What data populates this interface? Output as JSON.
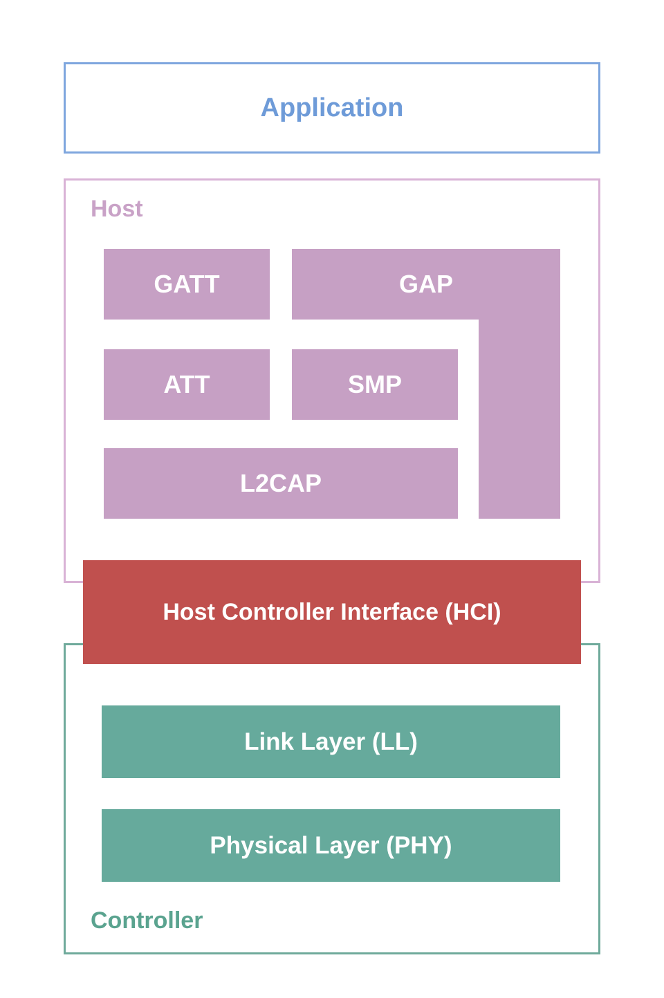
{
  "diagram": {
    "application": {
      "label": "Application"
    },
    "host": {
      "label": "Host",
      "blocks": {
        "gatt": "GATT",
        "gap": "GAP",
        "att": "ATT",
        "smp": "SMP",
        "l2cap": "L2CAP"
      }
    },
    "hci": {
      "label": "Host Controller Interface (HCI)"
    },
    "controller": {
      "label": "Controller",
      "blocks": {
        "link_layer": "Link Layer (LL)",
        "physical_layer": "Physical Layer (PHY)"
      }
    },
    "colors": {
      "application_border": "#7ea6de",
      "application_text": "#6e9bd8",
      "host_border": "#d9b3d6",
      "host_text": "#c9a2c7",
      "host_block_fill": "#c6a0c4",
      "hci_fill": "#c0504e",
      "controller_border": "#6faa9b",
      "controller_text": "#5aa38f",
      "controller_block_fill": "#66aa9c",
      "block_text": "#ffffff"
    }
  }
}
